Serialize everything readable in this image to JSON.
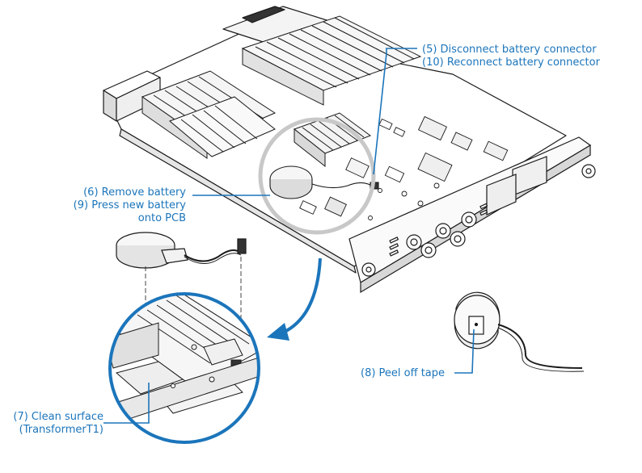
{
  "labels": {
    "step5": "(5) Disconnect battery connector",
    "step10": "(10) Reconnect battery connector",
    "step6": "(6) Remove battery",
    "step9a": "(9) Press new battery",
    "step9b": "onto PCB",
    "step8": "(8) Peel off tape",
    "step7a": "(7) Clean surface",
    "step7b": "(TransformerT1)"
  },
  "colors": {
    "callout": "#1b75bb",
    "line_art": "#1a1a1a",
    "magnifier_ring": "#c8c8c8"
  }
}
